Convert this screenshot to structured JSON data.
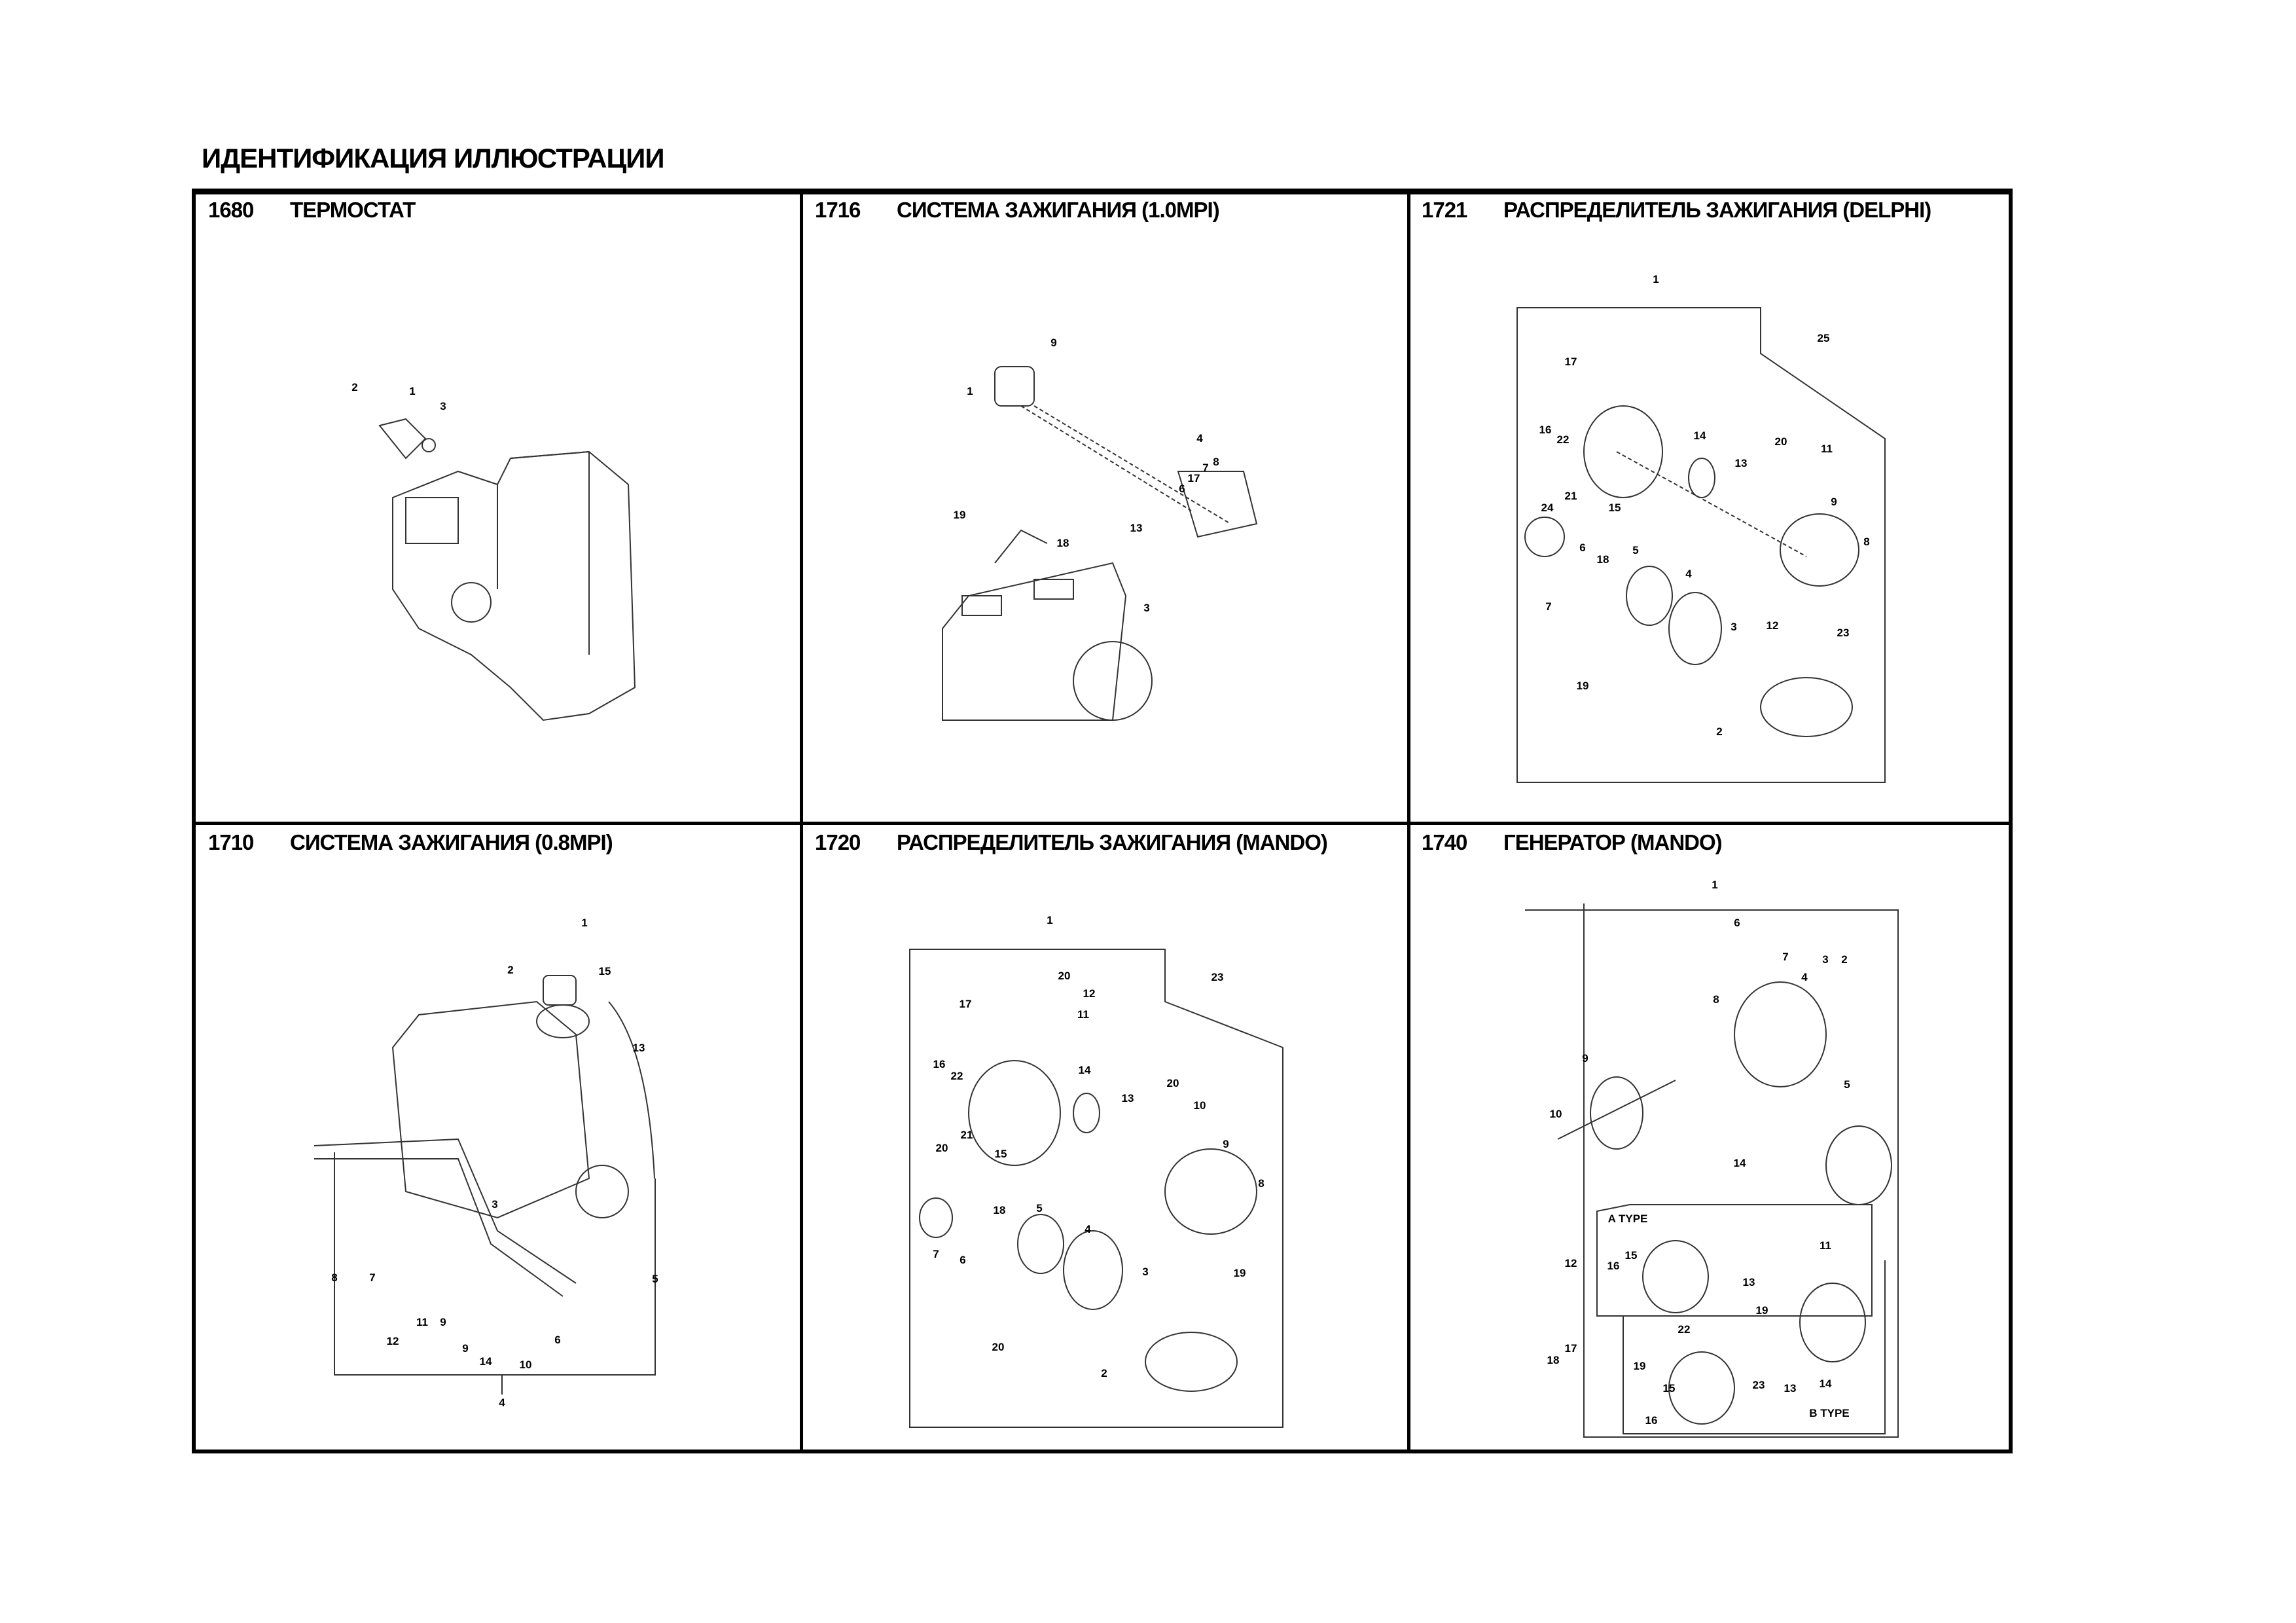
{
  "document": {
    "title": "ИДЕНТИФИКАЦИЯ ИЛЛЮСТРАЦИИ"
  },
  "panels": [
    {
      "number": "1680",
      "title": "ТЕРМОСТАТ",
      "callouts": [
        "2",
        "1",
        "3"
      ]
    },
    {
      "number": "1716",
      "title": "СИСТЕМА ЗАЖИГАНИЯ (1.0MPI)",
      "callouts": [
        "9",
        "1",
        "4",
        "6",
        "17",
        "7",
        "8",
        "19",
        "13",
        "18",
        "3"
      ]
    },
    {
      "number": "1721",
      "title": "РАСПРЕДЕЛИТЕЛЬ ЗАЖИГАНИЯ (DELPHI)",
      "callouts": [
        "1",
        "25",
        "17",
        "16",
        "22",
        "14",
        "20",
        "11",
        "13",
        "21",
        "24",
        "15",
        "9",
        "8",
        "6",
        "18",
        "5",
        "4",
        "7",
        "3",
        "12",
        "23",
        "19",
        "2"
      ]
    },
    {
      "number": "1710",
      "title": "СИСТЕМА ЗАЖИГАНИЯ (0.8MPI)",
      "callouts": [
        "1",
        "2",
        "15",
        "13",
        "3",
        "8",
        "7",
        "5",
        "11",
        "9",
        "12",
        "9",
        "6",
        "14",
        "10",
        "4"
      ]
    },
    {
      "number": "1720",
      "title": "РАСПРЕДЕЛИТЕЛЬ ЗАЖИГАНИЯ (MANDO)",
      "callouts": [
        "1",
        "20",
        "23",
        "17",
        "12",
        "11",
        "16",
        "22",
        "14",
        "20",
        "13",
        "10",
        "9",
        "20",
        "21",
        "15",
        "8",
        "18",
        "5",
        "4",
        "7",
        "6",
        "19",
        "3",
        "20",
        "2"
      ]
    },
    {
      "number": "1740",
      "title": "ГЕНЕРАТОР (MANDO)",
      "callouts": [
        "1",
        "6",
        "7",
        "3",
        "2",
        "4",
        "8",
        "9",
        "5",
        "10",
        "14",
        "A TYPE",
        "15",
        "12",
        "16",
        "11",
        "13",
        "19",
        "22",
        "18",
        "17",
        "19",
        "15",
        "16",
        "23",
        "13",
        "14",
        "B TYPE"
      ]
    }
  ]
}
